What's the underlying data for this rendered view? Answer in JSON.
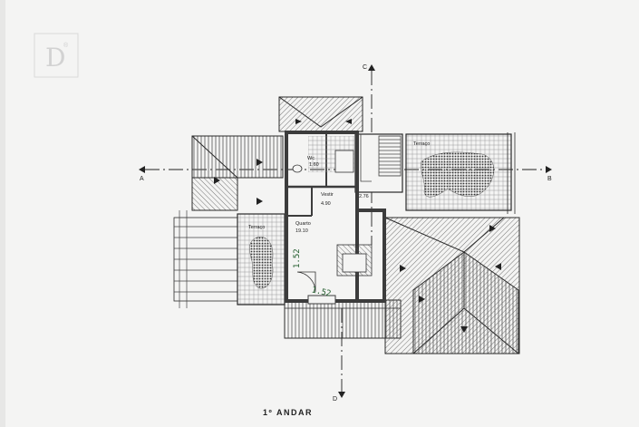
{
  "watermark": {
    "letter": "D",
    "mark": "®"
  },
  "sections": {
    "a": "A",
    "b": "B",
    "c": "C",
    "d": "D"
  },
  "rooms": {
    "wc_label": "Wc",
    "wc_area": "1.60",
    "vestir_name": "Vestir",
    "vestir_area": "4.90",
    "hall_area": "2.76",
    "quarto_name": "Quarto",
    "quarto_area": "19.10",
    "terraco_right": "Terraço",
    "terraco_left": "Terraço"
  },
  "annotations": {
    "hand_left": "1.52",
    "hand_bottom": "1.52"
  },
  "caption": "1º ANDAR",
  "colors": {
    "line": "#2a2a2a",
    "wall": "#3c3c3c",
    "paper": "#f4f4f3",
    "annotation": "#1f5a2a"
  }
}
